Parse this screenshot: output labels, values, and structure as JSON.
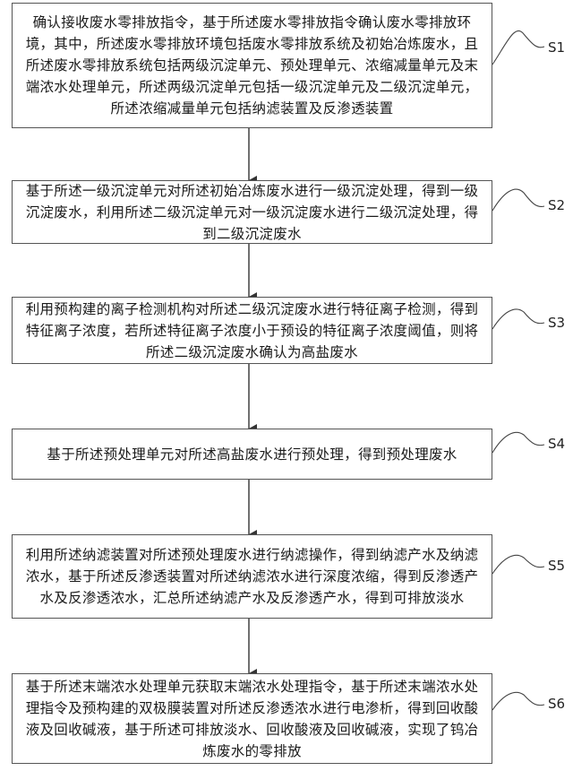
{
  "steps": [
    {
      "label": "S1",
      "text": "确认接收废水零排放指令，基于所述废水零排放指令确认废水零排放环境，其中，所述废水零排放环境包括废水零排放系统及初始冶炼废水，且所述废水零排放系统包括两级沉淀单元、预处理单元、浓缩减量单元及末端浓水处理单元，所述两级沉淀单元包括一级沉淀单元及二级沉淀单元，所述浓缩减量单元包括纳滤装置及反渗透装置"
    },
    {
      "label": "S2",
      "text": "基于所述一级沉淀单元对所述初始冶炼废水进行一级沉淀处理，得到一级沉淀废水，利用所述二级沉淀单元对一级沉淀废水进行二级沉淀处理，得到二级沉淀废水"
    },
    {
      "label": "S3",
      "text": "利用预构建的离子检测机构对所述二级沉淀废水进行特征离子检测，得到特征离子浓度，若所述特征离子浓度小于预设的特征离子浓度阈值，则将所述二级沉淀废水确认为高盐废水"
    },
    {
      "label": "S4",
      "text": "基于所述预处理单元对所述高盐废水进行预处理，得到预处理废水"
    },
    {
      "label": "S5",
      "text": "利用所述纳滤装置对所述预处理废水进行纳滤操作，得到纳滤产水及纳滤浓水，基于所述反渗透装置对所述纳滤浓水进行深度浓缩，得到反渗透产水及反渗透浓水，汇总所述纳滤产水及反渗透产水，得到可排放淡水"
    },
    {
      "label": "S6",
      "text": "基于所述末端浓水处理单元获取末端浓水处理指令，基于所述末端浓水处理指令及预构建的双极膜装置对所述反渗透浓水进行电渗析，得到回收酸液及回收碱液，基于所述可排放淡水、回收酸液及回收碱液，实现了钨冶炼废水的零排放"
    }
  ]
}
